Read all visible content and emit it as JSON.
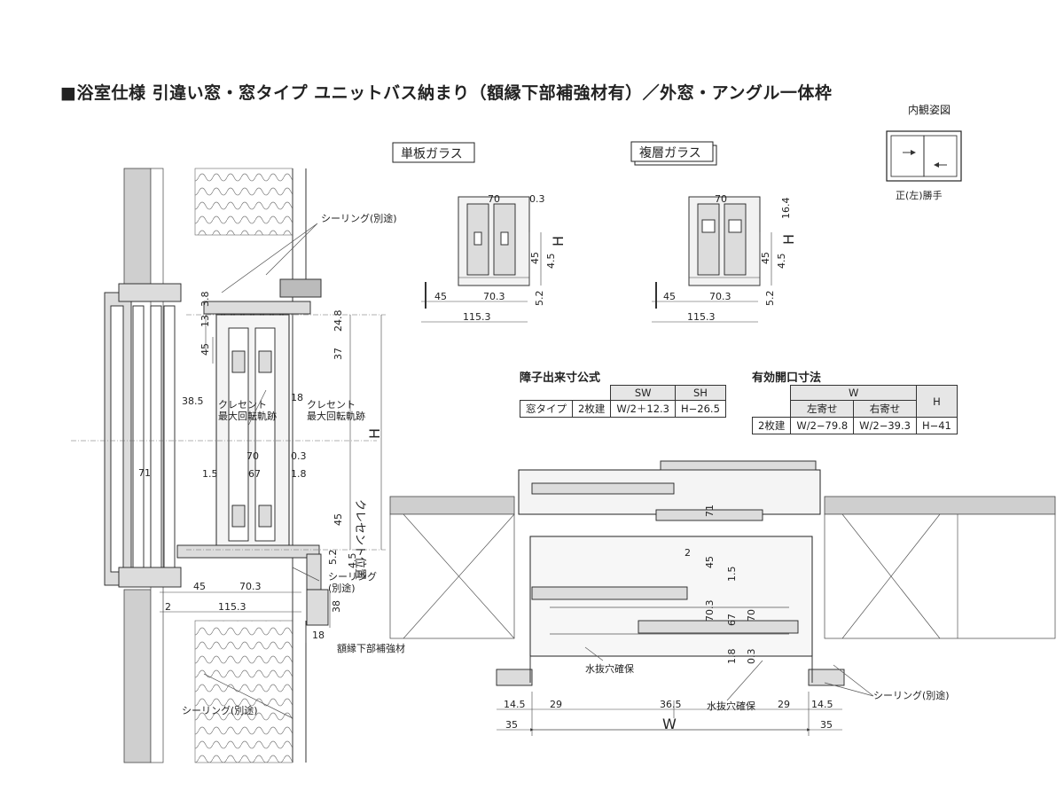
{
  "title": "■浴室仕様 引違い窓・窓タイプ ユニットバス納まり（額縁下部補強材有）／外窓・アングル一体枠",
  "inside_view": {
    "label": "内観姿図",
    "caption": "正(左)勝手"
  },
  "single_glass": {
    "label": "単板ガラス",
    "dims": [
      "70",
      "0.3",
      "H",
      "45",
      "4.5",
      "45",
      "70.3",
      "5.2",
      "115.3"
    ]
  },
  "double_glass": {
    "label": "複層ガラス",
    "dims": [
      "70",
      "16.4",
      "H",
      "45",
      "4.5",
      "45",
      "70.3",
      "5.2",
      "115.3"
    ]
  },
  "vertical_section": {
    "labels": {
      "sealing_top": "シーリング(別途)",
      "crescent_left": "クレセント\n最大回転軌跡",
      "crescent_right": "クレセント\n最大回転軌跡",
      "crescent_pos": "クレセント位置",
      "sealing_mid": "シーリング\n(別途)",
      "reinforcement": "額縁下部補強材",
      "sealing_bottom": "シーリング(別途)",
      "H": "H"
    },
    "dims": {
      "d3_8": "3.8",
      "d13": "13",
      "d45a": "45",
      "d24_8": "24.8",
      "d37": "37",
      "d38_5": "38.5",
      "d18a": "18",
      "d71": "71",
      "d70": "70",
      "d0_3": "0.3",
      "d1_5": "1.5",
      "d67": "67",
      "d1_8": "1.8",
      "d45b": "45",
      "d5_2": "5.2",
      "d4_5": "4.5",
      "d45c": "45",
      "d70_3": "70.3",
      "d2": "2",
      "d115_3": "115.3",
      "d38": "38",
      "d18b": "18"
    }
  },
  "table_sash": {
    "title": "障子出来寸公式",
    "headers": [
      "SW",
      "SH"
    ],
    "row": [
      "窓タイプ",
      "2枚建",
      "W/2＋12.3",
      "H−26.5"
    ]
  },
  "table_opening": {
    "title": "有効開口寸法",
    "headers": [
      "W",
      "H",
      "左寄せ",
      "右寄せ"
    ],
    "row": [
      "2枚建",
      "W/2−79.8",
      "W/2−39.3",
      "H−41"
    ]
  },
  "horizontal_section": {
    "labels": {
      "drain_left": "水抜穴確保",
      "drain_right": "水抜穴確保",
      "sealing": "シーリング(別途)",
      "W": "W"
    },
    "dims": {
      "d71": "71",
      "d2": "2",
      "d45": "45",
      "d1_5": "1.5",
      "d70_3": "70.3",
      "d67": "67",
      "d70": "70",
      "d1_8": "1.8",
      "d0_3": "0.3",
      "b14_5a": "14.5",
      "b29a": "29",
      "b36_5": "36.5",
      "b29b": "29",
      "b14_5b": "14.5",
      "b35a": "35",
      "b35b": "35"
    }
  }
}
